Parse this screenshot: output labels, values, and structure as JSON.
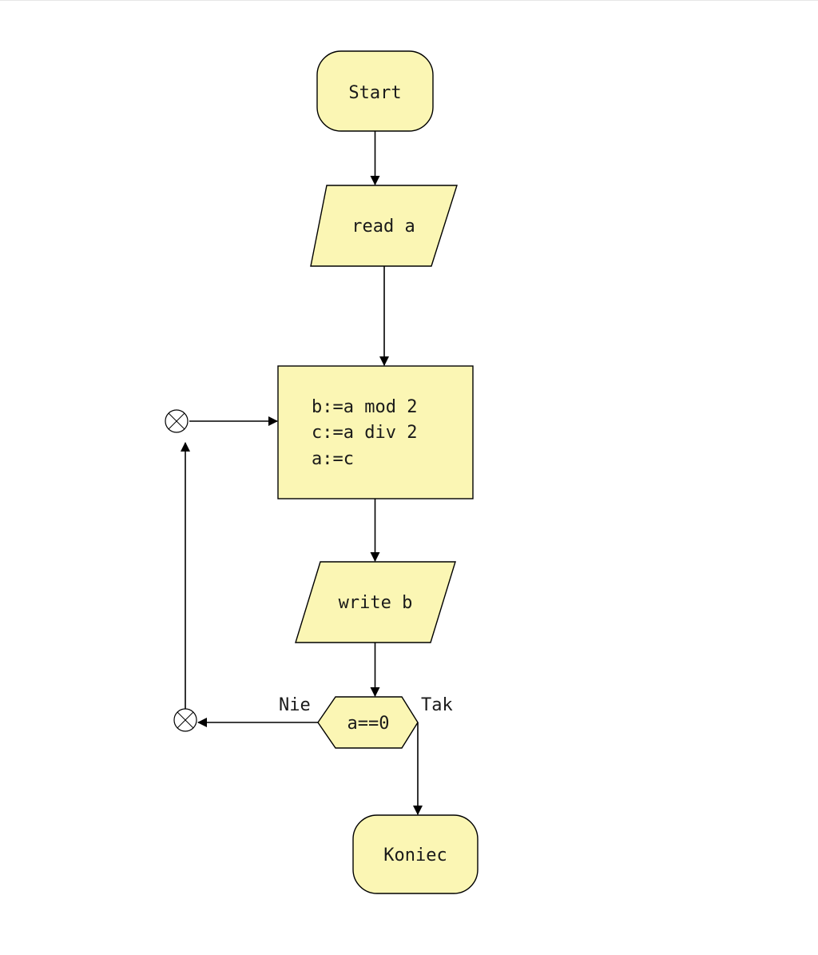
{
  "theme": {
    "fill": "#fbf6b4",
    "stroke": "#000000"
  },
  "nodes": {
    "start": {
      "label": "Start"
    },
    "input": {
      "label": "read a"
    },
    "process": {
      "lines": [
        "b:=a mod 2",
        "c:=a div 2",
        "a:=c"
      ]
    },
    "output": {
      "label": "write b"
    },
    "decision": {
      "label": "a==0"
    },
    "end": {
      "label": "Koniec"
    }
  },
  "edges": {
    "no_label": "Nie",
    "yes_label": "Tak"
  }
}
